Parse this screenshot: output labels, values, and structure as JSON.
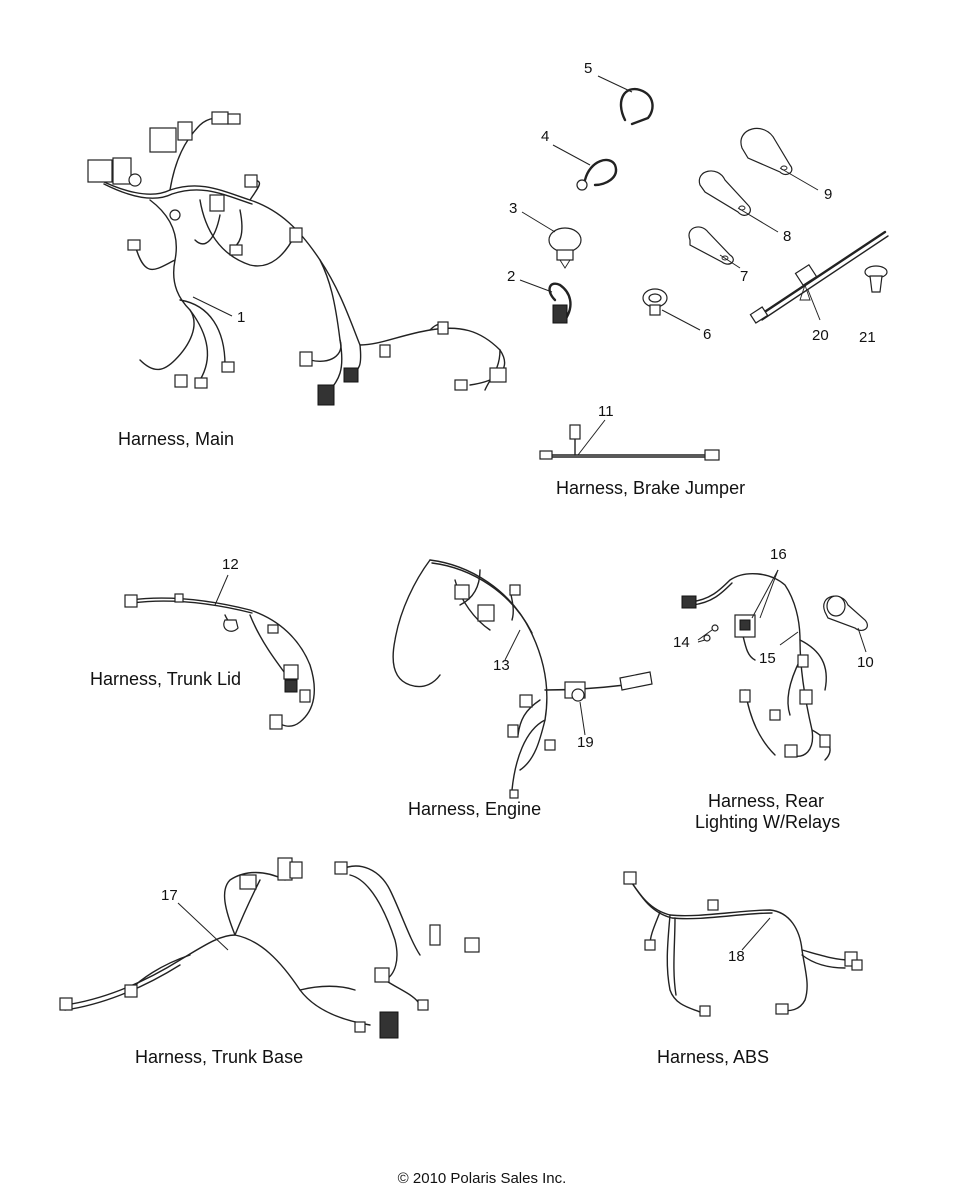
{
  "captions": {
    "main": "Harness, Main",
    "brake_jumper": "Harness, Brake Jumper",
    "trunk_lid": "Harness, Trunk Lid",
    "engine": "Harness, Engine",
    "rear_lighting_line1": "Harness, Rear",
    "rear_lighting_line2": "Lighting W/Relays",
    "trunk_base": "Harness, Trunk Base",
    "abs": "Harness, ABS"
  },
  "callouts": {
    "c1": "1",
    "c2": "2",
    "c3": "3",
    "c4": "4",
    "c5": "5",
    "c6": "6",
    "c7": "7",
    "c8": "8",
    "c9": "9",
    "c10": "10",
    "c11": "11",
    "c12": "12",
    "c13": "13",
    "c14": "14",
    "c15": "15",
    "c16": "16",
    "c17": "17",
    "c18": "18",
    "c19": "19",
    "c20": "20",
    "c21": "21"
  },
  "copyright": "© 2010 Polaris Sales Inc."
}
